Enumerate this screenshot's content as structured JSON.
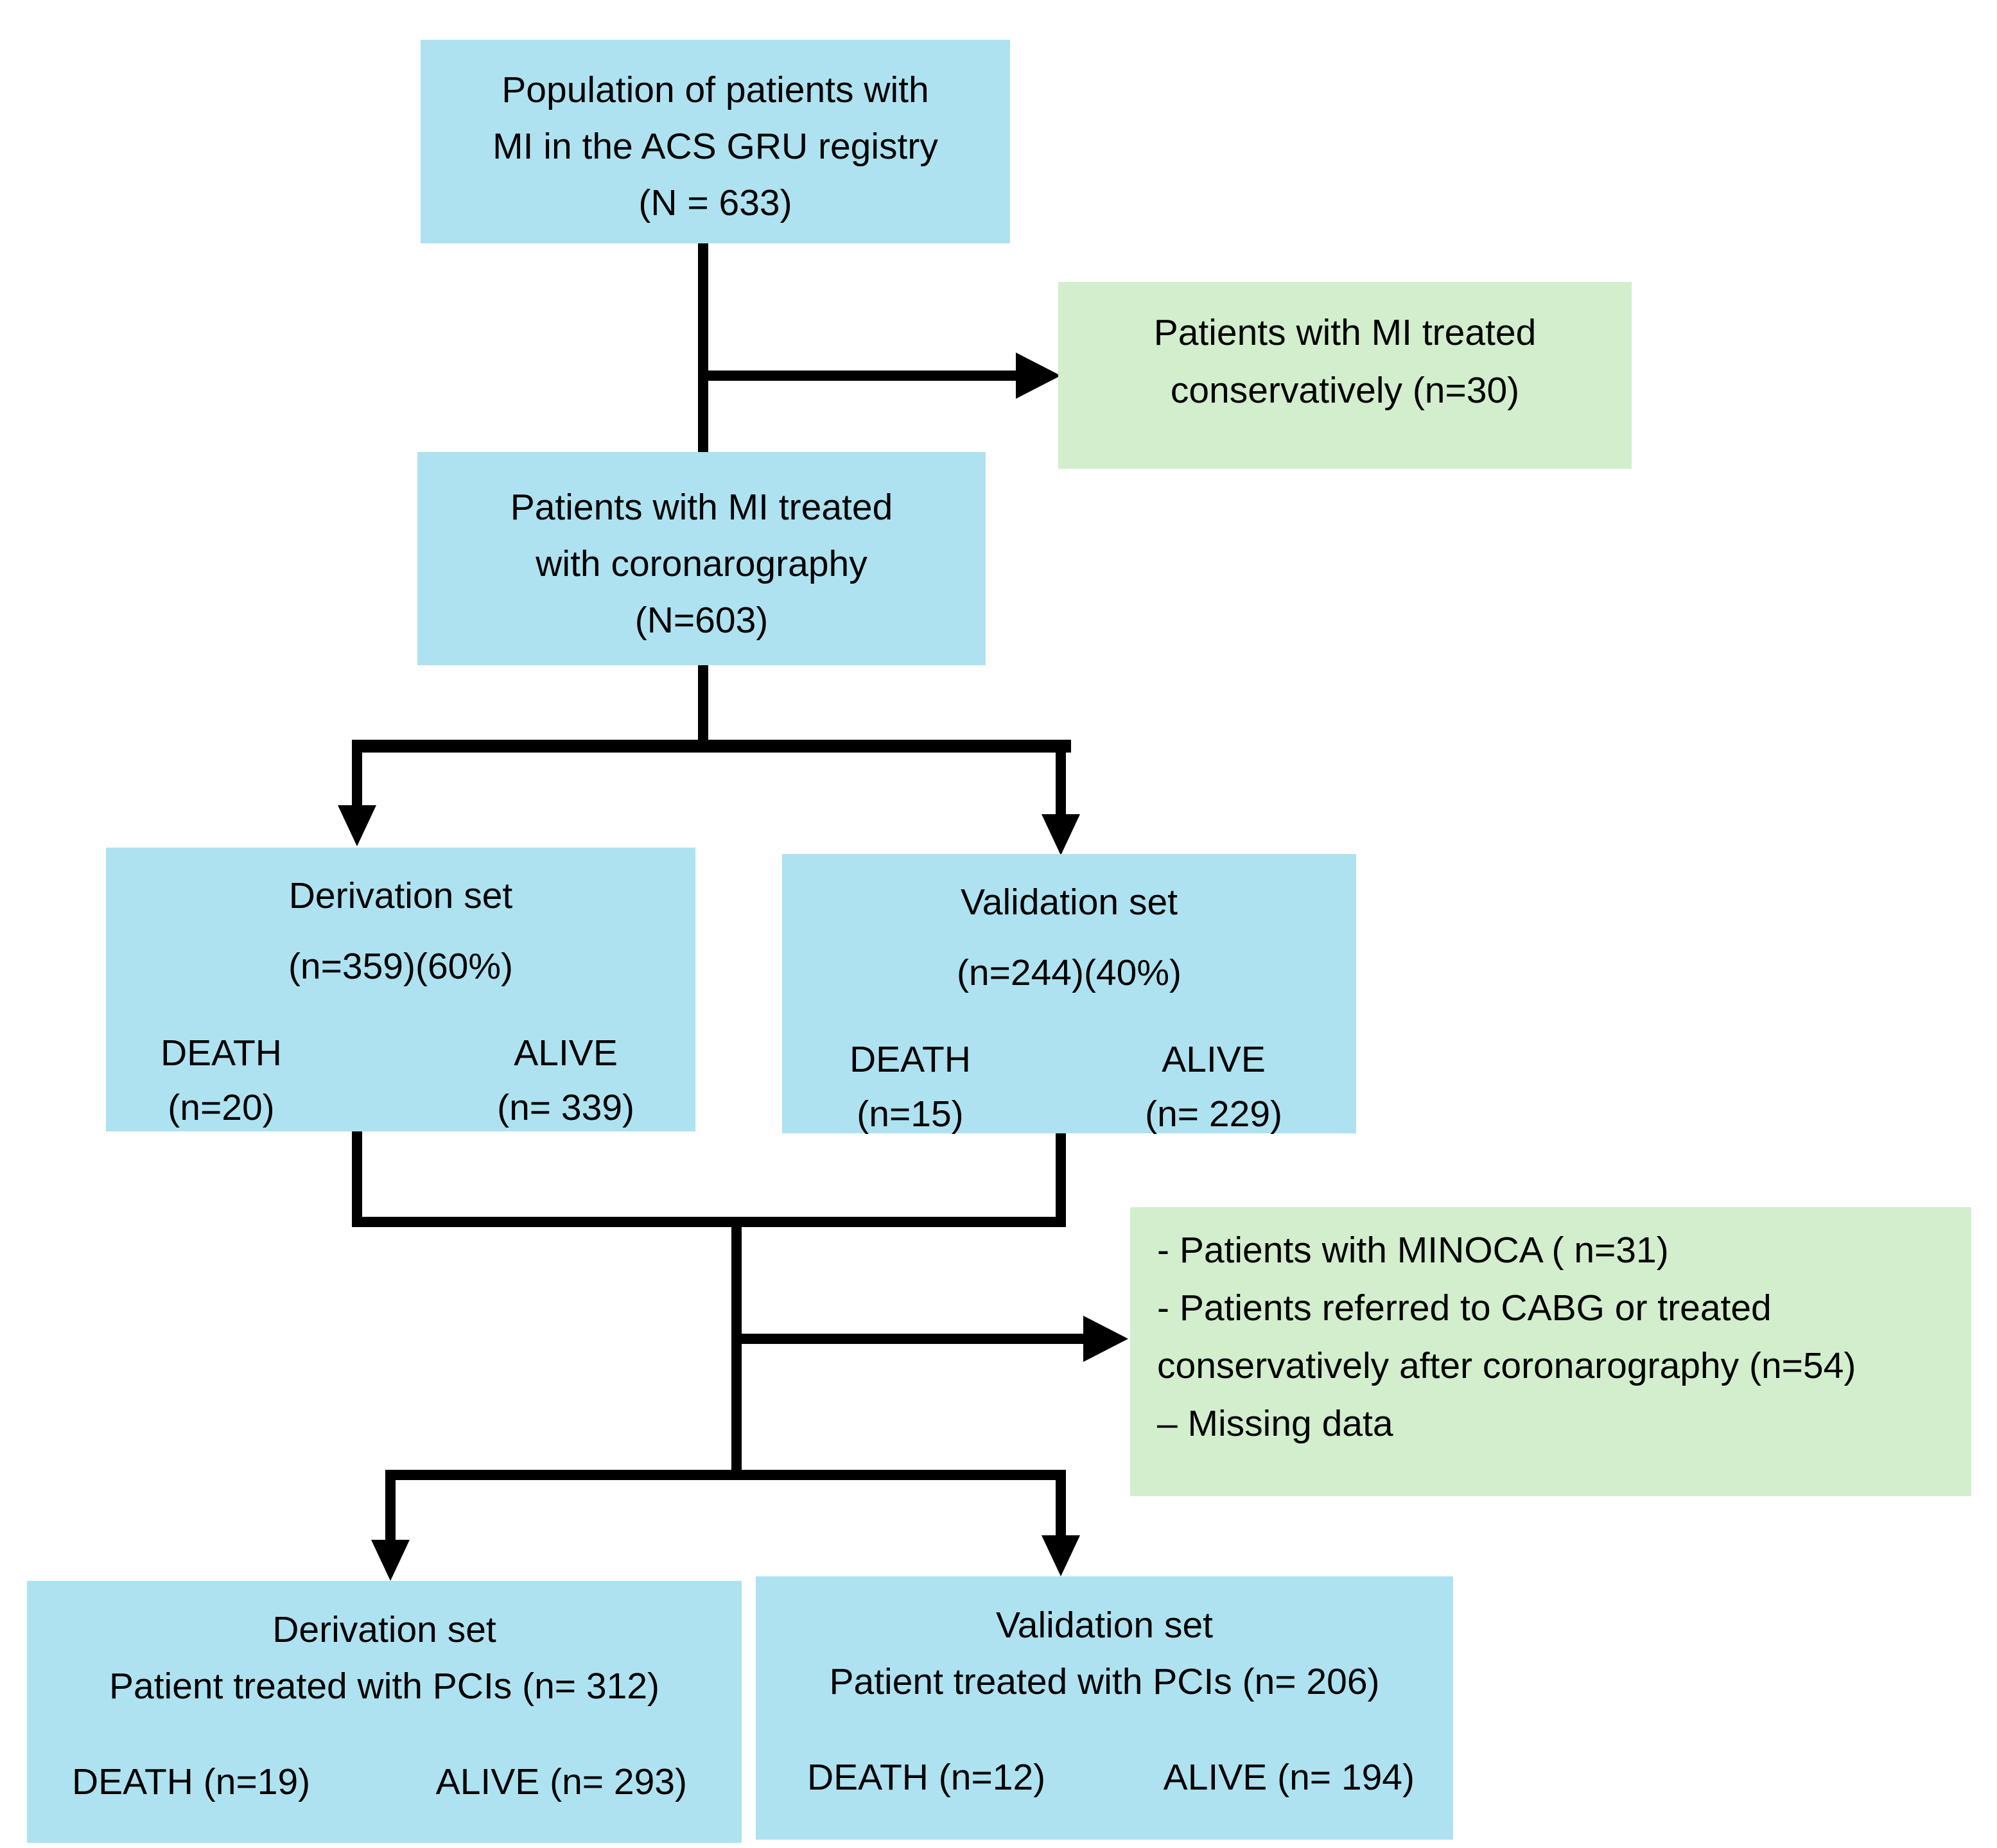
{
  "colors": {
    "box_blue": "#aee2f0",
    "box_green": "#d2eecd",
    "line": "#000000",
    "text": "#000000"
  },
  "nodes": {
    "population": {
      "line1": "Population of patients with",
      "line2": "MI in the ACS GRU registry",
      "line3": "(N = 633)"
    },
    "conservative": {
      "line1": "Patients with MI treated",
      "line2": "conservatively (n=30)"
    },
    "coronarography": {
      "line1": "Patients with MI treated",
      "line2": "with coronarography",
      "line3": "(N=603)"
    },
    "derivation": {
      "title": "Derivation set",
      "subtitle": "(n=359)(60%)",
      "death_label": "DEATH",
      "death_n": "(n=20)",
      "alive_label": "ALIVE",
      "alive_n": "(n= 339)"
    },
    "validation": {
      "title": "Validation set",
      "subtitle": "(n=244)(40%)",
      "death_label": "DEATH",
      "death_n": "(n=15)",
      "alive_label": "ALIVE",
      "alive_n": "(n= 229)"
    },
    "exclusions": {
      "line1": "- Patients with MINOCA ( n=31)",
      "line2": "- Patients referred to CABG or treated",
      "line3": "conservatively after coronarography (n=54)",
      "line4": "– Missing data"
    },
    "derivation_pci": {
      "title": "Derivation set",
      "subtitle": "Patient treated with PCIs (n= 312)",
      "death": "DEATH (n=19)",
      "alive": "ALIVE (n= 293)"
    },
    "validation_pci": {
      "title": "Validation set",
      "subtitle": "Patient treated with PCIs (n= 206)",
      "death": "DEATH (n=12)",
      "alive": "ALIVE (n= 194)"
    }
  }
}
